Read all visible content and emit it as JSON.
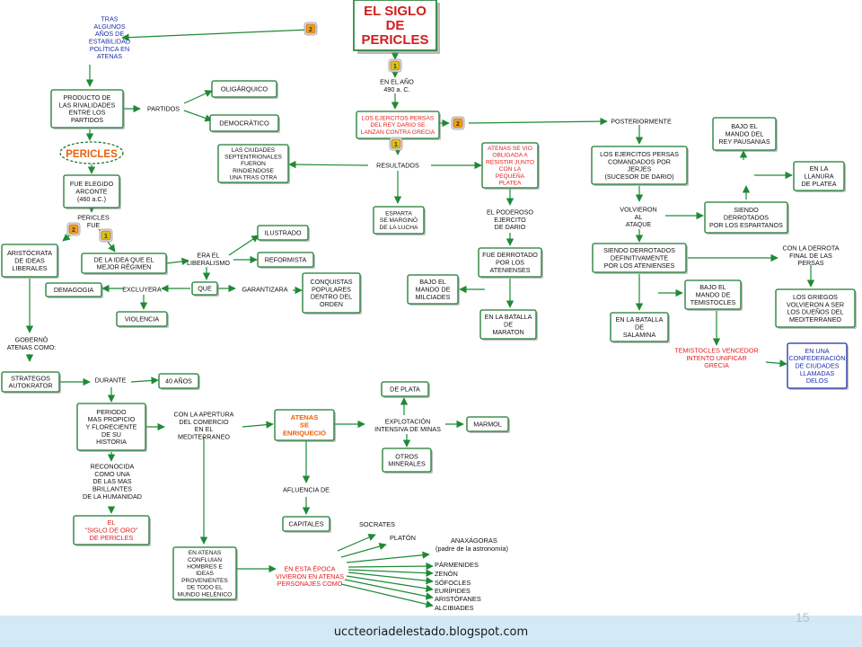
{
  "title_lines": [
    "EL SIGLO",
    "DE",
    "PERICLES"
  ],
  "nodes": {
    "tras": [
      "TRAS",
      "ALGUNOS",
      "AÑOS DE",
      "ESTABILIDAD",
      "POLÍTICA EN",
      "ATENAS"
    ],
    "producto": [
      "PRODUCTO DE",
      "LAS RIVALIDADES",
      "ENTRE LOS",
      "PARTIDOS"
    ],
    "partidos": [
      "PARTIDOS"
    ],
    "oligarquico": [
      "OLIGÁRQUICO"
    ],
    "democratico": [
      "DEMOCRÁTICO"
    ],
    "pericles": [
      "PERICLES"
    ],
    "fue_elegido": [
      "FUE ELEGIDO",
      "ARCONTE",
      "(460 a.C.)"
    ],
    "pericles_fue": [
      "PERICLES",
      "FUE"
    ],
    "aristocrata": [
      "ARISTÓCRATA",
      "DE IDEAS",
      "LIBERALES"
    ],
    "idea": [
      "DE LA IDEA QUE EL",
      "MEJOR RÉGIMEN"
    ],
    "era_liberalismo": [
      "ERA EL",
      "LIBERALISMO"
    ],
    "ilustrado": [
      "ILUSTRADO"
    ],
    "reformista": [
      "REFORMISTA"
    ],
    "que": [
      "QUE"
    ],
    "excluyera": [
      "EXCLUYERA"
    ],
    "demagogia": [
      "DEMAGOGIA"
    ],
    "violencia": [
      "VIOLENCIA"
    ],
    "garantizara": [
      "GARANTIZARA"
    ],
    "conquistas": [
      "CONQUISTAS",
      "POPULARES",
      "DENTRO DEL",
      "ORDEN"
    ],
    "goberno": [
      "GOBERNÓ",
      "ATENAS COMO:"
    ],
    "strategos": [
      "STRATEGOS",
      "AUTOKRATOR"
    ],
    "durante": [
      "DURANTE"
    ],
    "cuarenta": [
      "40 AÑOS"
    ],
    "periodo": [
      "PERIODO",
      "MAS PROPICIO",
      "Y FLORECIENTE",
      "DE SU",
      "HISTORIA"
    ],
    "reconocida": [
      "RECONOCIDA",
      "COMO UNA",
      "DE LAS MAS",
      "BRILLANTES",
      "DE LA HUMANIDAD"
    ],
    "siglo_oro": [
      "EL",
      "\"SIGLO DE ORO\"",
      "DE PERICLES"
    ],
    "apertura": [
      "CON LA APERTURA",
      "DEL COMERCIO",
      "EN EL",
      "MEDITERRANEO"
    ],
    "enriquecio": [
      "ATENAS",
      "SE",
      "ENRIQUECIÓ"
    ],
    "afluencia": [
      "AFLUENCIA DE"
    ],
    "capitales": [
      "CAPITALES"
    ],
    "explotacion": [
      "EXPLOTACIÓN",
      "INTENSIVA DE MINAS"
    ],
    "de_plata": [
      "DE PLATA"
    ],
    "marmol": [
      "MARMOL"
    ],
    "otros": [
      "OTROS",
      "MINERALES"
    ],
    "confluian": [
      "EN ATENAS",
      "CONFLUIAN",
      "HOMBRES E",
      "IDEAS",
      "PROVENIENTES",
      "DE TODO EL",
      "MUNDO HELÉNICO"
    ],
    "epoca": [
      "EN ESTA ÉPOCA",
      "VIVIERON EN ATENAS",
      "PERSONAJES COMO"
    ],
    "ano": [
      "EN EL AÑO",
      "490 a. C."
    ],
    "ejercitos": [
      "LOS EJERCITOS PERSAS",
      "DEL REY DARIO SE",
      "LANZAN CONTRA GRECIA"
    ],
    "ciudades": [
      "LAS CIUDADES",
      "SEPTENTRIONALES",
      "FUERON",
      "RINDIENDOSE",
      "UNA TRAS OTRA"
    ],
    "resultados": [
      "RESULTADOS"
    ],
    "esparta": [
      "ESPARTA",
      "SE MARGINÓ",
      "DE LA LUCHA"
    ],
    "atenas_vio": [
      "ATENAS SE VIO",
      "OBLIGADA A",
      "RESISTIR JUNTO",
      "CON LA",
      "PEQUEÑA",
      "PLATEA"
    ],
    "poderoso": [
      "EL PODEROSO",
      "EJERCITO",
      "DE DARIO"
    ],
    "derrotado": [
      "FUE DERROTADO",
      "POR LOS",
      "ATENIENSES"
    ],
    "milciades": [
      "BAJO EL",
      "MANDO DE",
      "MILCIADES"
    ],
    "maraton": [
      "EN LA BATALLA",
      "DE",
      "MARATON"
    ],
    "posteriormente": [
      "POSTERIORMENTE"
    ],
    "ej_jerjes": [
      "LOS EJERCITOS PERSAS",
      "COMANDADOS POR",
      "JERJES",
      "(SUCESOR DE DARIO)"
    ],
    "volvieron": [
      "VOLVIERON",
      "AL",
      "ATAQUE"
    ],
    "siendo": [
      "SIENDO",
      "DERROTADOS",
      "POR LOS ESPARTANOS"
    ],
    "pausanias": [
      "BAJO EL",
      "MANDO DEL",
      "REY PAUSANIAS"
    ],
    "llanura": [
      "EN LA",
      "LLANURA",
      "DE PLATEA"
    ],
    "definitivamente": [
      "SIENDO DERROTADOS",
      "DEFINITIVAMENTE",
      "POR LOS ATENIENSES"
    ],
    "derrota_final": [
      "CON LA DERROTA",
      "FINAL DE LAS",
      "PERSAS"
    ],
    "griegos": [
      "LOS GRIEGOS",
      "VOLVIERON A SER",
      "LOS DUEÑOS DEL",
      "MEDITERRANEO"
    ],
    "temistocles": [
      "BAJO EL",
      "MANDO DE",
      "TEMISTOCLES"
    ],
    "salamina": [
      "EN LA BATALLA",
      "DE",
      "SALAMINA"
    ],
    "vencedor": [
      "TEMISTOCLES VENCEDOR",
      "INTENTO UNIFICAR",
      "GRECIA"
    ],
    "confederacion": [
      "EN UNA",
      "CONFEDERACIÓN",
      "DE CIUDADES",
      "LLAMADAS",
      "DELOS"
    ]
  },
  "personajes": {
    "socrates": "SOCRATES",
    "platon": "PLATÓN",
    "anaxagoras": [
      "ANAXÁGORAS",
      "(padre de la astronomía)"
    ],
    "parmenides": "PÁRMENIDES",
    "zenon": "ZENÓN",
    "sofocles": "SÓFOCLES",
    "euripides": "EURÍPIDES",
    "aristofanes": "ARISTÓFANES",
    "alcibiades": "ALCIBIADES"
  },
  "badges": [
    "2",
    "1",
    "2",
    "1",
    "2",
    "1"
  ],
  "footer": {
    "url": "uccteoriadelestado.blogspot.com",
    "page": "15"
  },
  "colors": {
    "node_border": "#1b7a2f",
    "arrow": "#1f8a35",
    "title_red": "#d21e1e",
    "red_text": "#e01d1d",
    "orange_text": "#e8620c",
    "blue_text": "#1d2fa7",
    "blue_border": "#1d2fa7"
  }
}
